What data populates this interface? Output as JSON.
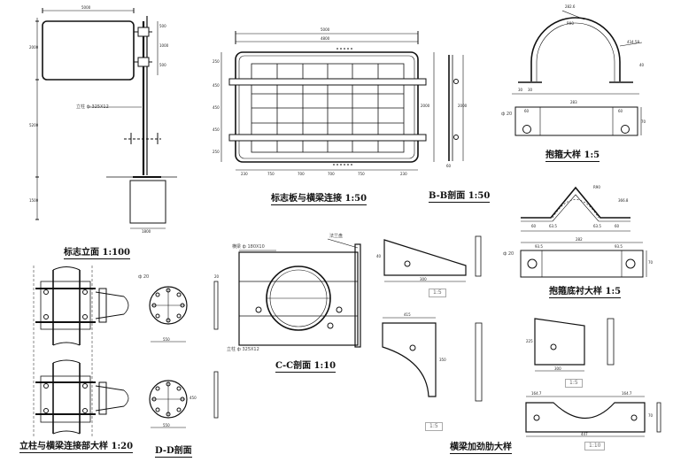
{
  "titles": {
    "elevation": "标志立面 1:100",
    "board_beam": "标志板与横梁连接 1:50",
    "section_bb": "B-B剖面 1:50",
    "hoop_detail": "抱箍大样 1:5",
    "hoop_liner": "抱箍底衬大样 1:5",
    "section_cc": "C-C剖面 1:10",
    "post_beam_joint": "立柱与横梁连接部大样 1:20",
    "section_dd": "D-D剖面",
    "beam_stiffener": "横梁加劲肋大样"
  },
  "notes": {
    "post_spec": "立柱 ф 325X12",
    "beam_spec": "横梁 ф 180X10",
    "post_spec_cc": "立柱 ф 325X12",
    "flange_plate": "法兰盘",
    "hole_d": "ф 20"
  },
  "scales": {
    "s1": "1:5",
    "s2": "1:5",
    "s3": "1:5",
    "s4": "1:10"
  },
  "dims": {
    "elev_top": "5000",
    "elev_left1": "2000",
    "elev_left2": "5200",
    "elev_left3": "1500",
    "elev_r1": "500",
    "elev_r2": "1000",
    "elev_r3": "500",
    "elev_base": "1800",
    "board_top1": "5000",
    "board_top2": "4800",
    "board_right": "2000",
    "board_bottom": [
      "230",
      "750",
      "700",
      "700",
      "750",
      "230"
    ],
    "board_left": [
      "250",
      "450",
      "450",
      "450",
      "250"
    ],
    "bb_height": "2000",
    "bb_bottom": "60",
    "hoop_r": "R90",
    "hoop_arc": "282.6",
    "hoop_ang": "434.58",
    "hoop_bottom": "283",
    "hoop_w1": "30",
    "hoop_w2": "30",
    "hoop_side": "40",
    "hoop_plate_l": "60",
    "hoop_plate_r": "60",
    "hoop_plate_h": "70",
    "liner_top1": "60",
    "liner_top2": "63.5",
    "liner_top3": "63.5",
    "liner_top4": "60",
    "liner_arc": "366.8",
    "liner_r": "R90",
    "liner_total": "282",
    "liner_mid1": "93.5",
    "liner_mid2": "93.5",
    "liner_h": "70",
    "dd_width": "550",
    "dd_height": "450",
    "stiff1_h": "40",
    "stiff1_w": "300",
    "stiff2_top": "415",
    "stiff2_h": "350",
    "stiff3_top": "300",
    "stiff3_h": "225",
    "stiff_bottom1": "164.7",
    "stiff_bottom2": "164.7",
    "stiff_total": "447",
    "stiff_h": "70",
    "dd_plate": "20"
  }
}
